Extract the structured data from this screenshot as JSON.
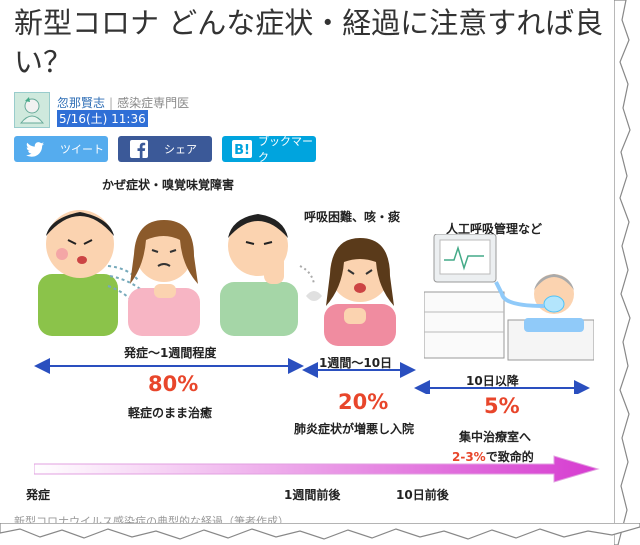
{
  "article": {
    "title": "新型コロナ どんな症状・経過に注意すれば良い？",
    "author_name": "忽那賢志",
    "author_role": "感染症専門医",
    "date": "5/16(土) 11:36"
  },
  "share": {
    "tweet": "ツイート",
    "share": "シェア",
    "bookmark": "ブックマーク"
  },
  "figure": {
    "stage1_title": "かぜ症状・嗅覚味覚障害",
    "stage2_title": "呼吸困難、咳・痰",
    "stage3_title": "人工呼吸管理など",
    "period1": "発症〜1週間程度",
    "period2": "1週間〜10日",
    "period3": "10日以降",
    "pct1": "80%",
    "pct2": "20%",
    "pct3": "5%",
    "outcome1": "軽症のまま治癒",
    "outcome2": "肺炎症状が増悪し入院",
    "outcome3": "集中治療室へ",
    "fatality_rate": "2-3%",
    "fatality_label": "で致命的",
    "axis_start": "発症",
    "axis_week": "1週間前後",
    "axis_10days": "10日前後",
    "caption": "新型コロナウイルス感染症の典型的な経過（筆者作成）"
  },
  "colors": {
    "link": "#2d6db5",
    "date_highlight": "#2f6fd6",
    "twitter": "#55acee",
    "facebook": "#3b5998",
    "hatena": "#00a4de",
    "arrow_blue": "#2a4fbf",
    "percent_red": "#e8462b",
    "timeline_magenta": "#d63bd0"
  }
}
